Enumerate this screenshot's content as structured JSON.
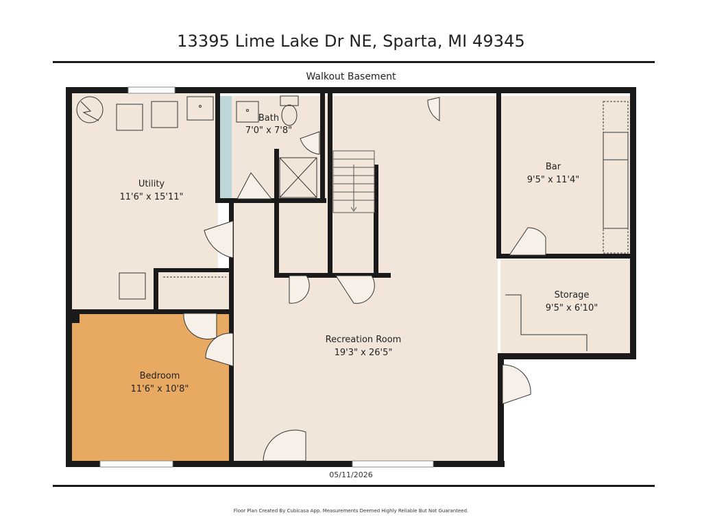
{
  "header": {
    "address": "13395 Lime Lake Dr NE, Sparta, MI 49345"
  },
  "floor": {
    "name": "Walkout Basement",
    "date": "05/11/2026"
  },
  "footer": {
    "disclaimer": "Floor Plan Created By Cubicasa App. Measurements Deemed Highly Reliable But Not Guaranteed."
  },
  "rooms": {
    "utility": {
      "name": "Utility",
      "size": "11'6\" x 15'11\""
    },
    "bath": {
      "name": "Bath",
      "size": "7'0\" x 7'8\""
    },
    "bar": {
      "name": "Bar",
      "size": "9'5\" x 11'4\""
    },
    "storage": {
      "name": "Storage",
      "size": "9'5\" x 6'10\""
    },
    "recreation": {
      "name": "Recreation Room",
      "size": "19'3\" x 26'5\""
    },
    "bedroom": {
      "name": "Bedroom",
      "size": "11'6\" x 10'8\""
    }
  },
  "colors": {
    "wall": "#1a1a1a",
    "floor": "#f2e6da",
    "bath": "#bcd6d9",
    "bedroom": "#e8a962"
  }
}
